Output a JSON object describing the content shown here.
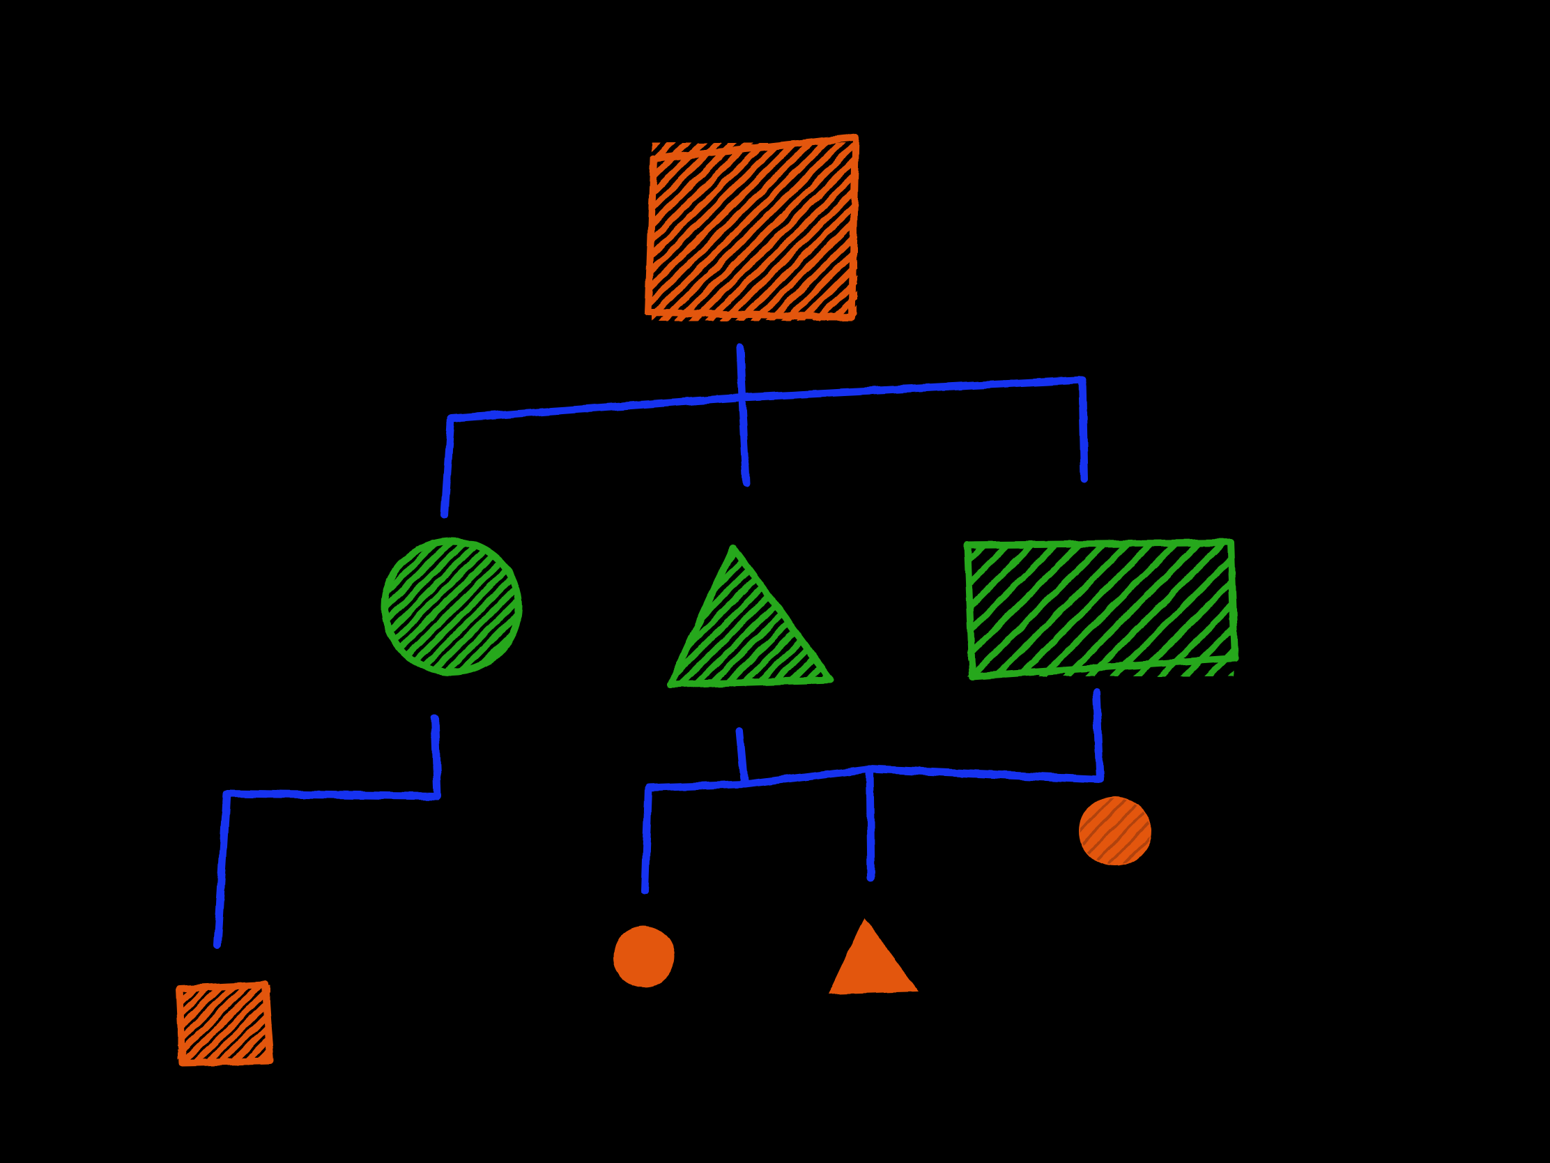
{
  "diagram": {
    "style": "hand-drawn hatched shapes on black background",
    "colors": {
      "background": "#000000",
      "root": "#e3570c",
      "level_1": "#27a81a",
      "level_2": "#e3570c",
      "connector": "#1533f0"
    },
    "nodes": [
      {
        "id": "root",
        "shape": "rectangle",
        "level": 0,
        "fill": "hatched"
      },
      {
        "id": "child-circle",
        "shape": "circle",
        "level": 1,
        "fill": "hatched",
        "parent": "root"
      },
      {
        "id": "child-triangle",
        "shape": "triangle",
        "level": 1,
        "fill": "hatched",
        "parent": "root"
      },
      {
        "id": "child-rectangle",
        "shape": "rectangle",
        "level": 1,
        "fill": "hatched",
        "parent": "root"
      },
      {
        "id": "leaf-square",
        "shape": "square",
        "level": 2,
        "fill": "hatched",
        "parent": "child-circle"
      },
      {
        "id": "leaf-circle",
        "shape": "circle",
        "level": 2,
        "fill": "solid",
        "parent": "child-triangle"
      },
      {
        "id": "leaf-triangle",
        "shape": "triangle",
        "level": 2,
        "fill": "solid",
        "parent": "child-triangle"
      },
      {
        "id": "leaf-circle-right",
        "shape": "circle",
        "level": 2,
        "fill": "hatched",
        "parent": "child-rectangle"
      }
    ]
  }
}
